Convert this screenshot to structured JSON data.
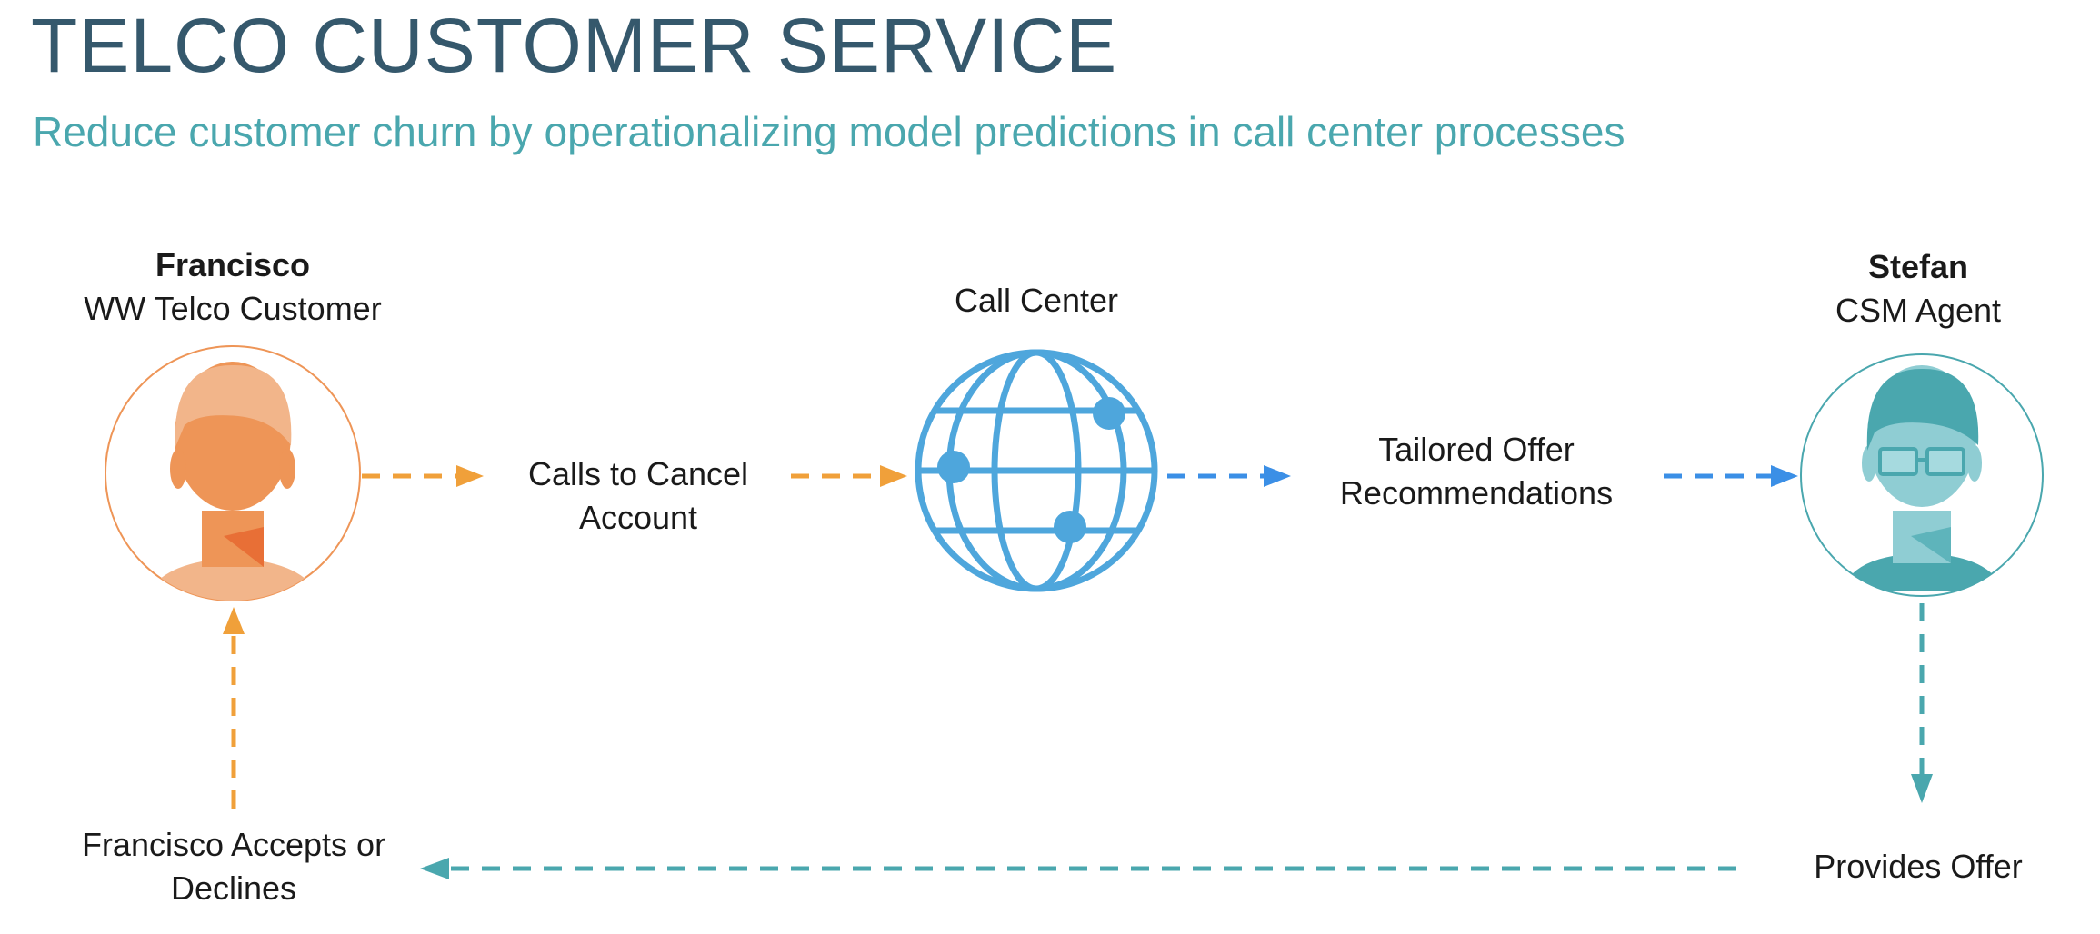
{
  "header": {
    "title": "TELCO CUSTOMER SERVICE",
    "subtitle": "Reduce customer churn by operationalizing model predictions in call center processes"
  },
  "nodes": {
    "customer": {
      "name": "Francisco",
      "role": "WW Telco Customer"
    },
    "call_center": {
      "name": "Call Center"
    },
    "agent": {
      "name": "Stefan",
      "role": "CSM Agent"
    }
  },
  "steps": {
    "calls_to_cancel": {
      "line1": "Calls to Cancel",
      "line2": "Account"
    },
    "tailored_offer": {
      "line1": "Tailored Offer",
      "line2": "Recommendations"
    },
    "provides_offer": {
      "line1": "Provides Offer"
    },
    "accepts_or_declines": {
      "line1": "Francisco Accepts or",
      "line2": "Declines"
    }
  },
  "colors": {
    "title": "#35586c",
    "subtitle": "#4aa7ae",
    "customer_orange": "#f0a03a",
    "customer_skin": "#ee9557",
    "globe_blue": "#4ea6dc",
    "arrow_blue": "#3b8fe6",
    "agent_teal": "#4aa7ae"
  },
  "icons": {
    "customer_avatar": "person-avatar-icon",
    "call_center": "globe-icon",
    "agent_avatar": "person-with-glasses-avatar-icon"
  }
}
